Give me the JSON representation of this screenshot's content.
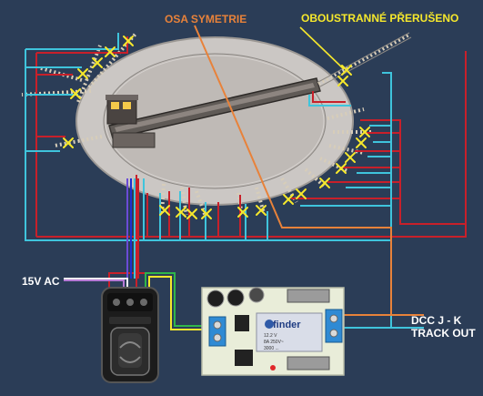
{
  "labels": {
    "axis": "OSA SYMETRIE",
    "gap": "OBOUSTRANNÉ PŘERUŠENO",
    "power": "15V AC",
    "dcc_line1": "DCC J - K",
    "dcc_line2": "TRACK OUT"
  },
  "relay": {
    "brand": "finder",
    "specs": [
      "12.2 V",
      "8A 250V~",
      "3000 ..."
    ]
  },
  "colors": {
    "background": "#2b3d57",
    "wire_red": "#c8202a",
    "wire_cyan": "#3fc4dc",
    "wire_orange": "#e8823a",
    "wire_yellow": "#f6e82c",
    "turntable": "#c9c5c2",
    "pcb": "#e9edd9"
  }
}
